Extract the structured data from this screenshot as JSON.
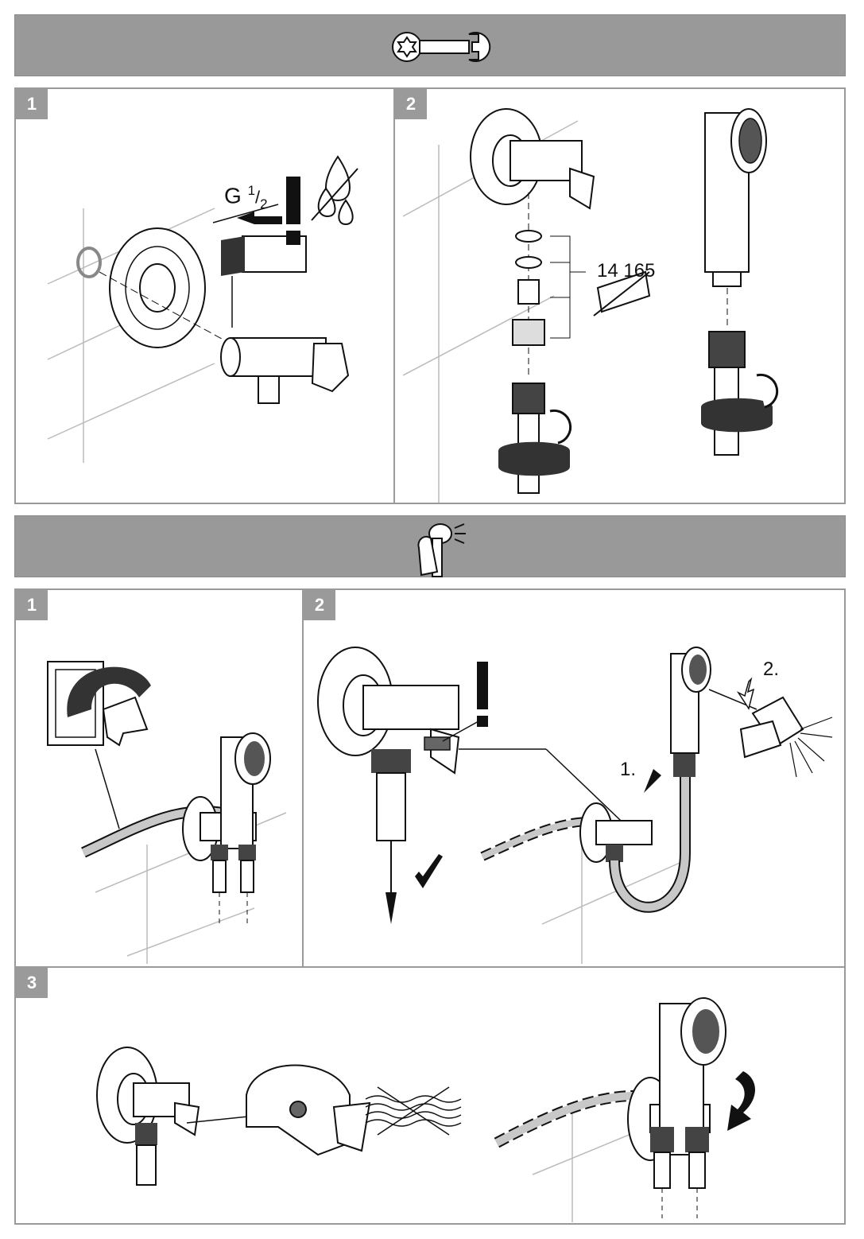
{
  "sections": {
    "installation": {
      "icon": "wrench-icon",
      "steps": [
        {
          "number": "1",
          "thread_g": "G",
          "thread_num": "1",
          "thread_den": "2"
        },
        {
          "number": "2",
          "part_number": "14 165"
        }
      ]
    },
    "operation": {
      "icon": "hand-shower-icon",
      "steps": [
        {
          "number": "1"
        },
        {
          "number": "2",
          "step_first": "1.",
          "step_second": "2."
        },
        {
          "number": "3"
        }
      ]
    }
  },
  "colors": {
    "band": "#999999",
    "border": "#9a9a9a",
    "ink": "#111111",
    "grey_fill": "#c8c8c8"
  }
}
